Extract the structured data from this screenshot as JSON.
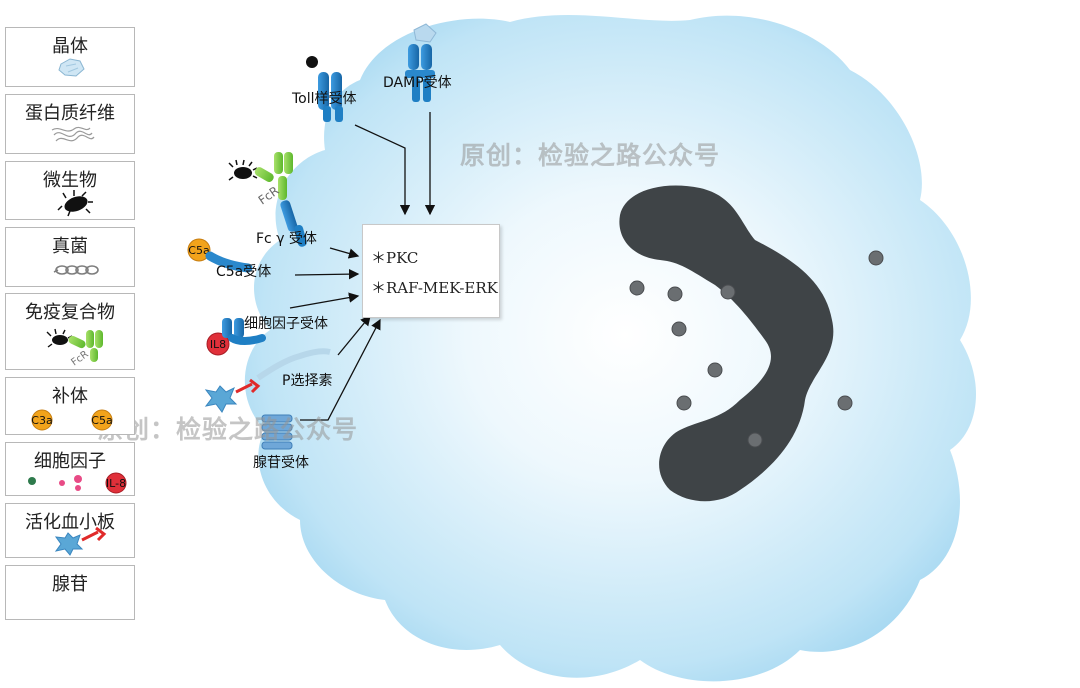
{
  "legend": [
    {
      "label": "晶体",
      "icon": "crystal-icon"
    },
    {
      "label": "蛋白质纤维",
      "icon": "protein-fiber-icon"
    },
    {
      "label": "微生物",
      "icon": "microbe-icon"
    },
    {
      "label": "真菌",
      "icon": "fungus-icon"
    },
    {
      "label": "免疫复合物",
      "icon": "immune-complex-icon"
    },
    {
      "label": "补体",
      "icon": "complement-icon",
      "items": [
        "C3a",
        "C5a"
      ]
    },
    {
      "label": "细胞因子",
      "icon": "cytokine-icon",
      "items": [
        "IL-8"
      ]
    },
    {
      "label": "活化血小板",
      "icon": "platelet-icon"
    },
    {
      "label": "腺苷",
      "icon": "adenosine-icon"
    }
  ],
  "receptors": {
    "toll": "Toll样受体",
    "damp": "DAMP受体",
    "fc": "Fc γ 受体",
    "fc_tag": "FcR",
    "c5a": "C5a受体",
    "c5a_ligand": "C5a",
    "cytokine": "细胞因子受体",
    "il8_ligand": "IL8",
    "psel": "P选择素",
    "adenosine": "腺苷受体"
  },
  "pathway": {
    "line1": "＊PKC",
    "line2": "＊RAF-MEK-ERK"
  },
  "watermark": "原创：检验之路公众号",
  "colors": {
    "cell": "#c4e5f6",
    "cell_edge": "#9dd3ef",
    "nucleus": "#3f4447",
    "receptor_blue": "#1f7fc4",
    "receptor_green": "#7ac943"
  }
}
